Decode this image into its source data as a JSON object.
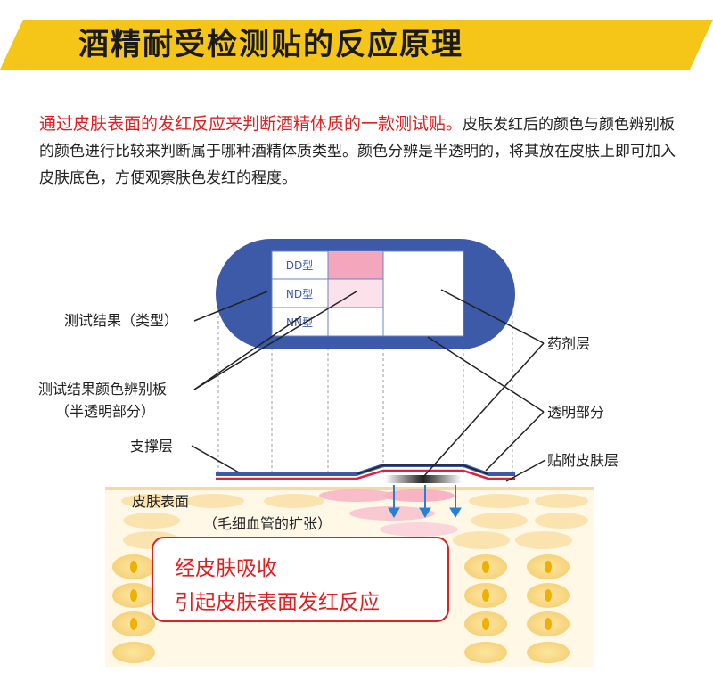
{
  "header": {
    "title": "酒精耐受检测贴的反应原理",
    "banner_color": "#f5c518"
  },
  "intro": {
    "highlight": "通过皮肤表面的发红反应来判断酒精体质的一款测试贴。",
    "body": "皮肤发红后的颜色与颜色辨别板的颜色进行比较来判断属于哪种酒精体质类型。颜色分辨是半透明的，将其放在皮肤上即可加入皮肤底色，方便观察肤色发红的程度。"
  },
  "patch": {
    "rows": [
      "DD型",
      "ND型",
      "NN型"
    ],
    "frame_color": "#3d5aa8",
    "dd_color": "#f4a6bd",
    "nd_color": "#fbe1ea"
  },
  "labels": {
    "result_type": "测试结果（类型）",
    "color_board_1": "测试结果颜色辨别板",
    "color_board_2": "（半透明部分）",
    "support_layer": "支撑层",
    "drug_layer": "药剂层",
    "transparent_part": "透明部分",
    "skin_adhesive_layer": "贴附皮肤层",
    "skin_surface": "皮肤表面",
    "capillary": "（毛细血管的扩张）"
  },
  "callout": {
    "line1": "经皮肤吸收",
    "line2": "引起皮肤表面发红反应",
    "color": "#e02020"
  }
}
